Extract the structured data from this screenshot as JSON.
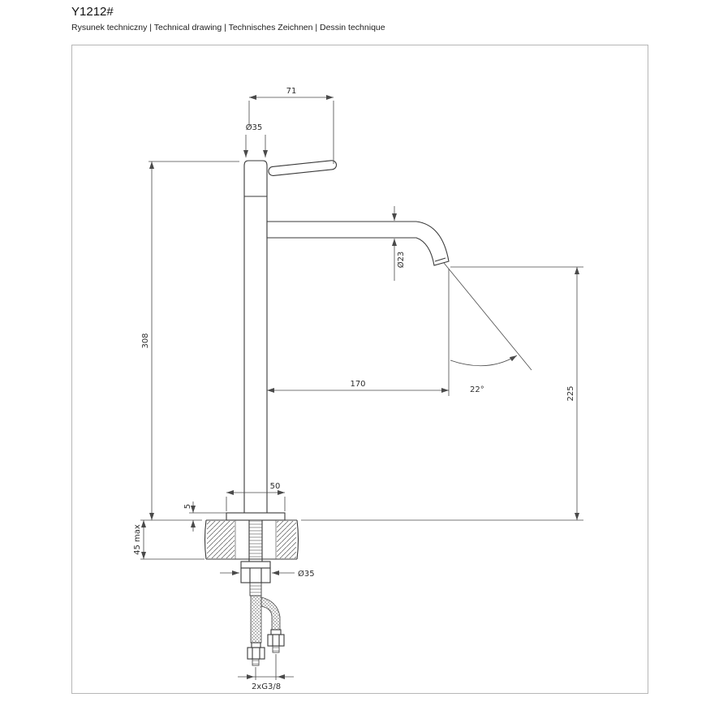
{
  "header": {
    "title": "Y1212#",
    "subtitle": "Rysunek techniczny | Technical drawing | Technisches Zeichnen | Dessin technique"
  },
  "drawing": {
    "labels": {
      "handle_length": "71",
      "top_diameter": "Ø35",
      "body_height": "308",
      "spout_diameter": "Ø23",
      "spout_reach": "170",
      "spout_angle": "22°",
      "outlet_height": "225",
      "base_diameter": "50",
      "base_height": "5",
      "deck_max": "45 max",
      "shank_diameter": "Ø35",
      "hose_thread": "2xG3/8"
    },
    "colors": {
      "object_line": "#3a3a3a",
      "dimension_line": "#4a4a4a",
      "frame_border": "#b7b7b7"
    }
  }
}
